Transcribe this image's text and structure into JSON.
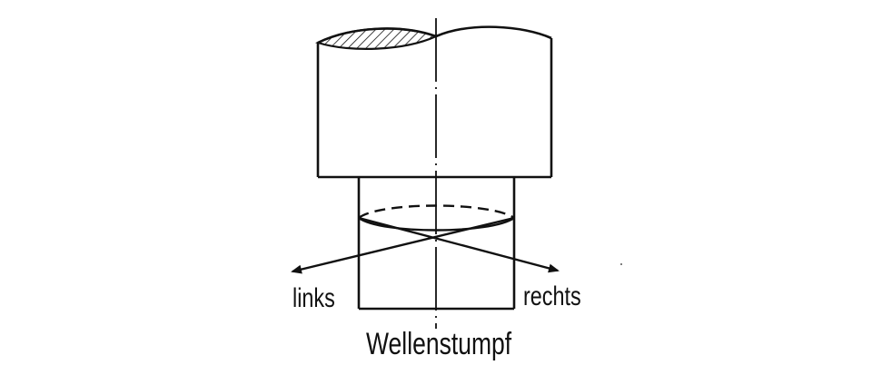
{
  "diagram": {
    "labels": {
      "left_direction": "links",
      "right_direction": "rechts",
      "part_name": "Wellenstumpf"
    },
    "colors": {
      "ink": "#111111",
      "background": "#ffffff"
    }
  }
}
